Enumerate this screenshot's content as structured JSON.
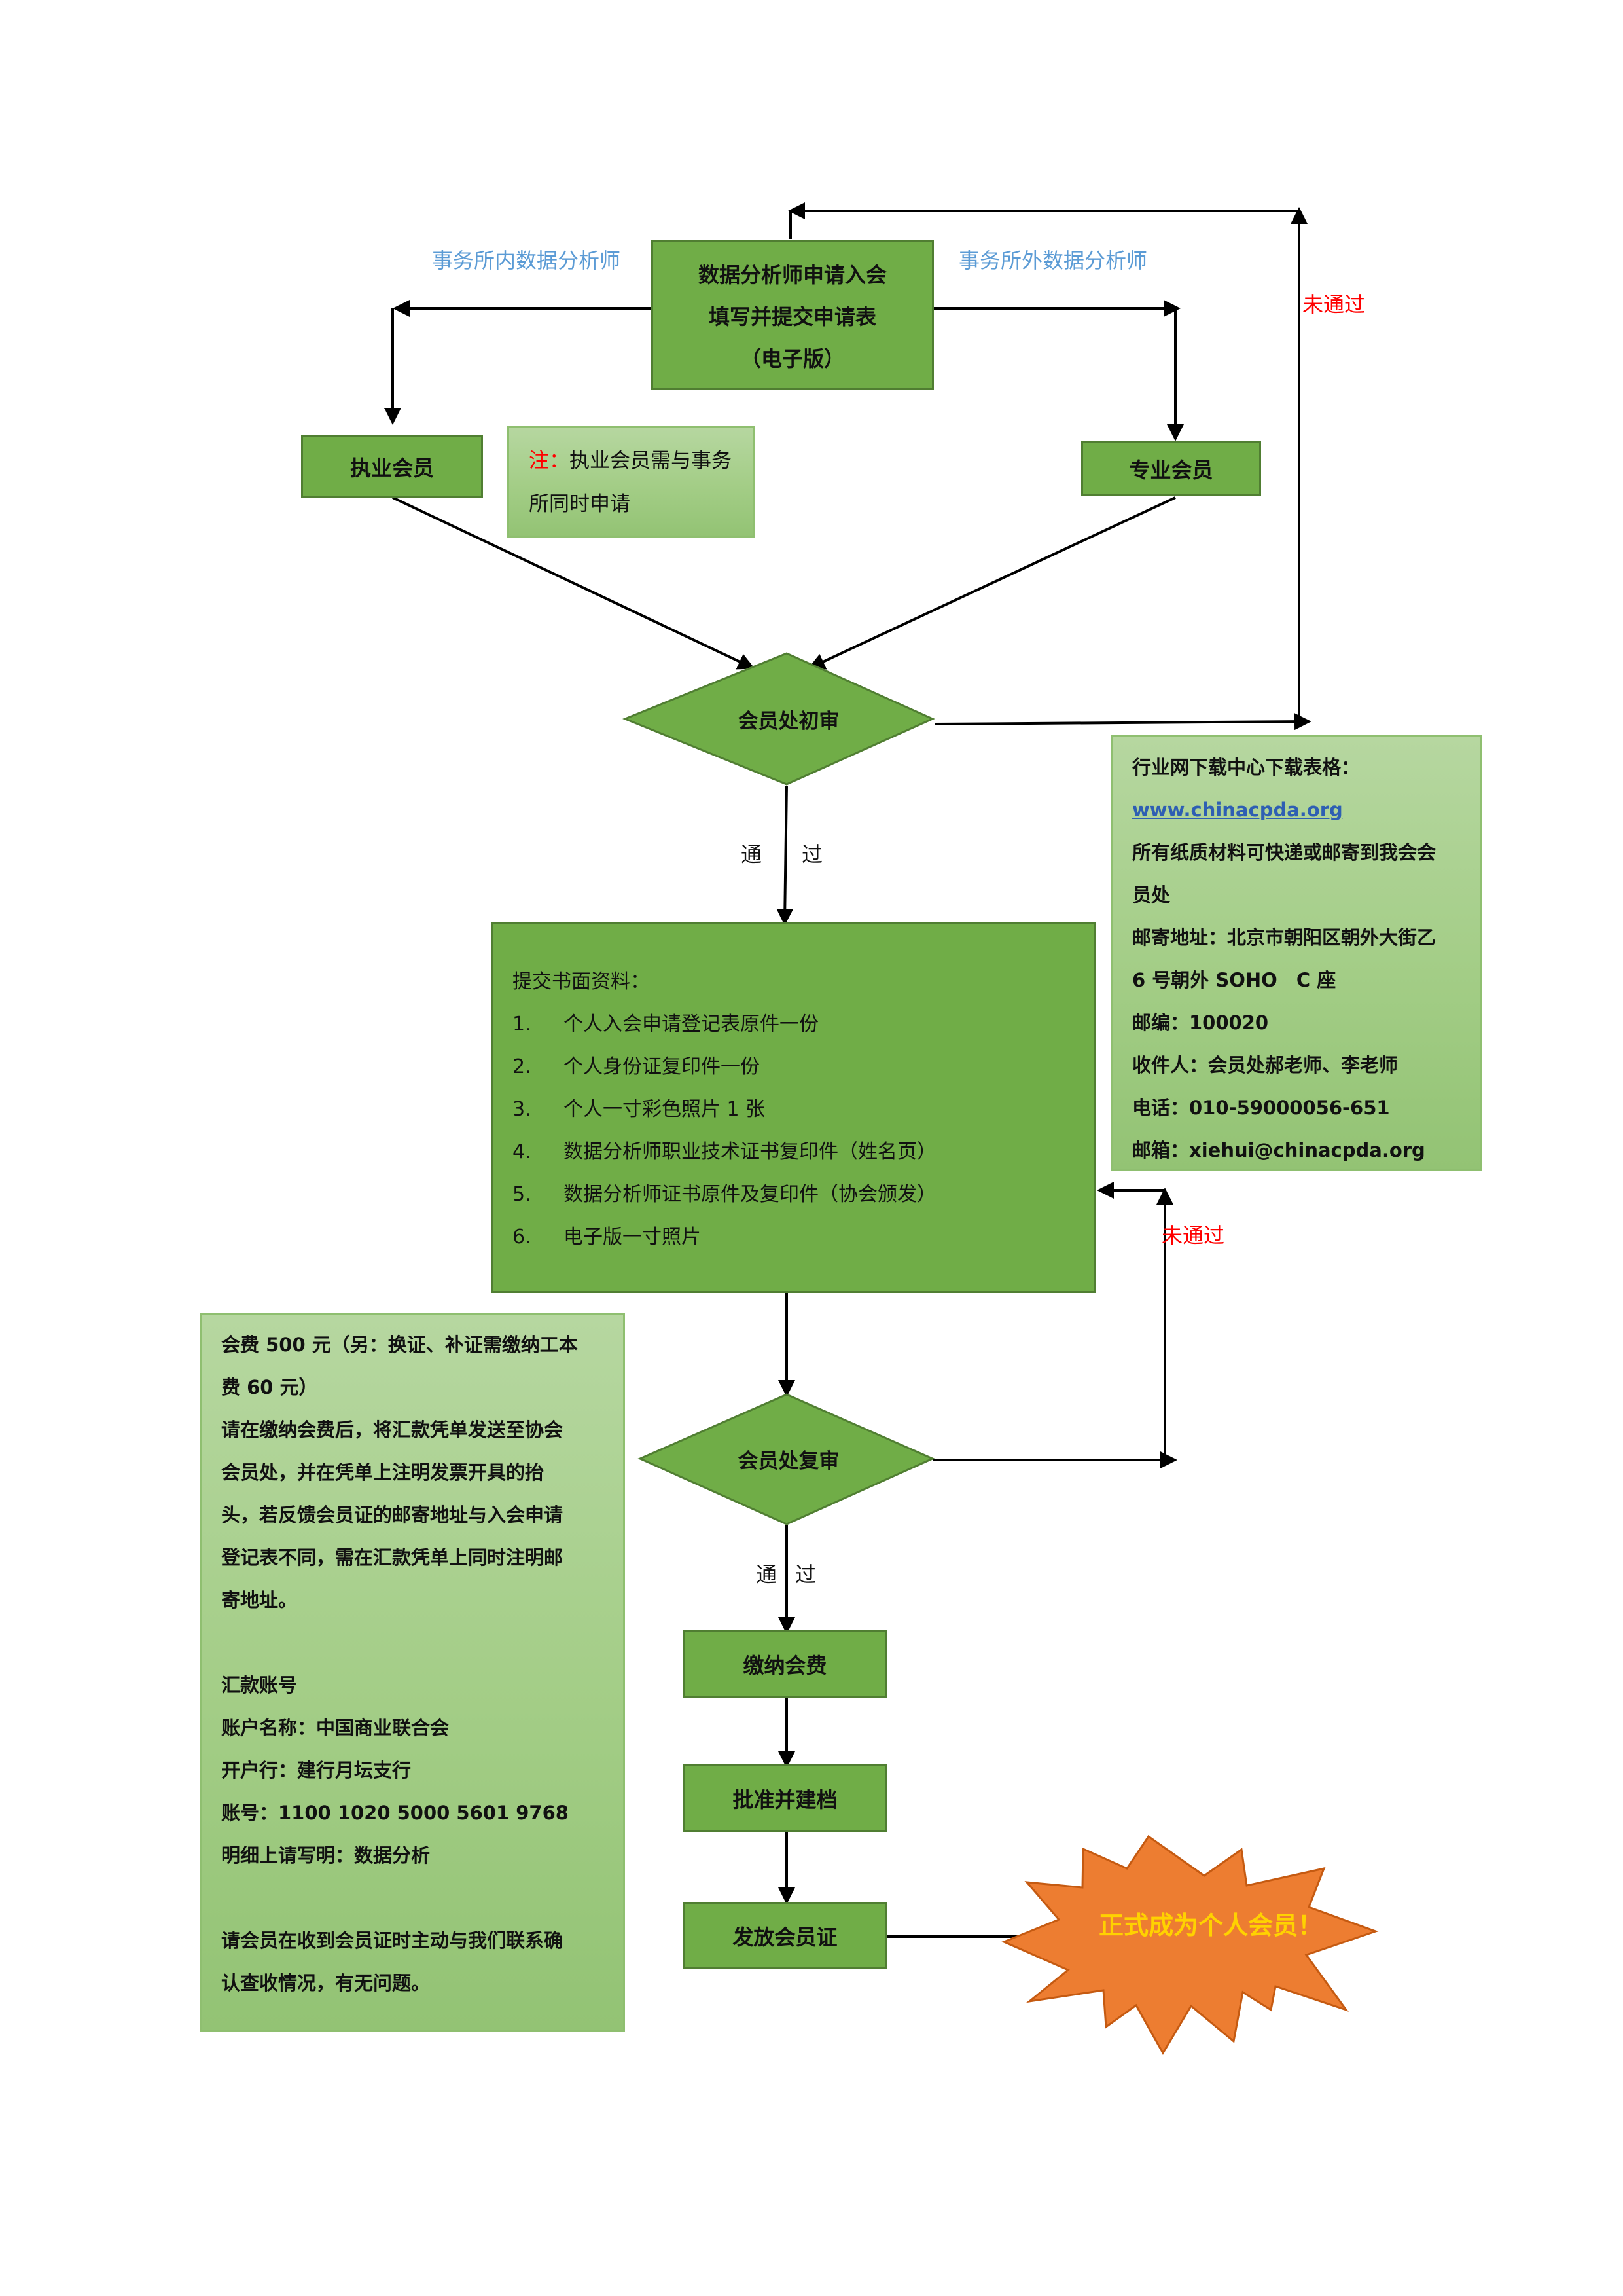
{
  "flow": {
    "apply": [
      "数据分析师申请入会",
      "填写并提交申请表",
      "（电子版）"
    ],
    "inside_label": "事务所内数据分析师",
    "outside_label": "事务所外数据分析师",
    "practicing_member": "执业会员",
    "professional_member": "专业会员",
    "note": {
      "prefix": "注：",
      "text1": "执业会员需与事务",
      "text2": "所同时申请"
    },
    "initial_review": "会员处初审",
    "fail_label_1": "未通过",
    "pass_label_1": {
      "a": "通",
      "b": "过"
    },
    "materials": {
      "title": "提交书面资料：",
      "items": [
        {
          "n": "1.",
          "t": "个人入会申请登记表原件一份"
        },
        {
          "n": "2.",
          "t": "个人身份证复印件一份"
        },
        {
          "n": "3.",
          "t": "个人一寸彩色照片 1 张"
        },
        {
          "n": "4.",
          "t": "数据分析师职业技术证书复印件（姓名页）"
        },
        {
          "n": "5.",
          "t": "数据分析师证书原件及复印件（协会颁发）"
        },
        {
          "n": "6.",
          "t": "电子版一寸照片"
        }
      ]
    },
    "download_panel": {
      "line1": "行业网下载中心下载表格：",
      "link": "www.chinacpda.org",
      "line3": "所有纸质材料可快递或邮寄到我会会",
      "line4": "员处",
      "line5": "邮寄地址：北京市朝阳区朝外大街乙",
      "line6": "6 号朝外 SOHO　C 座",
      "line7": "邮编：100020",
      "line8": "收件人：会员处郝老师、李老师",
      "line9": "电话：010-59000056-651",
      "line10": "邮箱：xiehui@chinacpda.org"
    },
    "fail_label_2": "未通过",
    "second_review": "会员处复审",
    "pass_label_2": {
      "a": "通",
      "b": "过"
    },
    "pay": "缴纳会费",
    "approve": "批准并建档",
    "issue": "发放会员证",
    "result": "正式成为个人会员！",
    "fee_panel": {
      "l1": "会费 500 元（另：换证、补证需缴纳工本",
      "l2": "费 60 元）",
      "l3": "请在缴纳会费后，将汇款凭单发送至协会",
      "l4": "会员处，并在凭单上注明发票开具的抬",
      "l5": "头，若反馈会员证的邮寄地址与入会申请",
      "l6": "登记表不同，需在汇款凭单上同时注明邮",
      "l7": "寄地址。",
      "l8": "汇款账号",
      "l9": "账户名称：中国商业联合会",
      "l10": "开户行：建行月坛支行",
      "l11": "账号：1100 1020 5000 5601 9768",
      "l12": "明细上请写明：数据分析",
      "l13": "请会员在收到会员证时主动与我们联系确",
      "l14": "认查收情况，有无问题。"
    }
  },
  "colors": {
    "dark_green": "#70ad47",
    "light_green": "#a9d18e",
    "blue": "#5b9bd5",
    "red": "#ff0000",
    "orange": "#ed7d31",
    "gold": "#ffd200"
  }
}
